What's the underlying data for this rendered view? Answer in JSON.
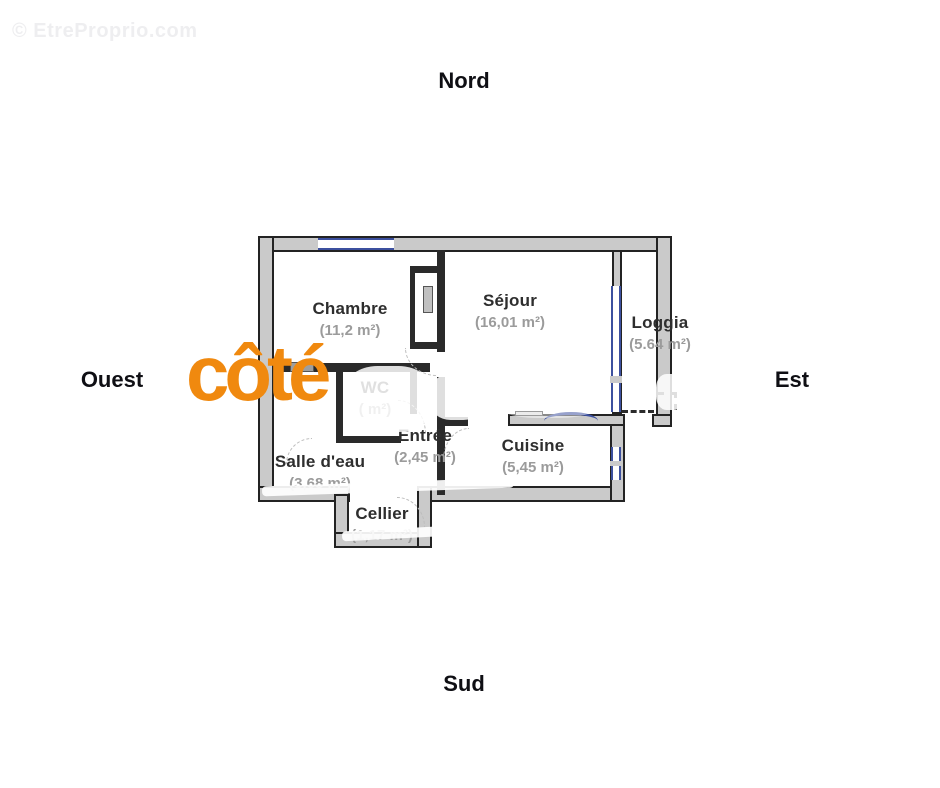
{
  "watermarks": {
    "site_credit": "© EtreProprio.com",
    "logo_text": "côté"
  },
  "compass": {
    "north": "Nord",
    "south": "Sud",
    "west": "Ouest",
    "east": "Est"
  },
  "rooms": [
    {
      "name": "Chambre",
      "area": "(11,2 m²)"
    },
    {
      "name": "Séjour",
      "area": "(16,01 m²)"
    },
    {
      "name": "Loggia",
      "area": "(5.64 m²)"
    },
    {
      "name": "Entrée",
      "area": "(2,45 m²)"
    },
    {
      "name": "Cuisine",
      "area": "(5,45 m²)"
    },
    {
      "name": "Salle d'eau",
      "area": "(3,68 m²)"
    },
    {
      "name": "Cellier",
      "area": "(1,17 m²)"
    },
    {
      "name": "WC",
      "area": "( m²)"
    }
  ],
  "colors": {
    "logo_orange": "#f0890f",
    "window_blue": "#3c509f",
    "wall_fill": "#cacaca",
    "wall_edge": "#232323",
    "room_name_text": "#2e2e2e",
    "room_area_text": "#9b9b9b",
    "compass_text": "#0f0f14"
  }
}
